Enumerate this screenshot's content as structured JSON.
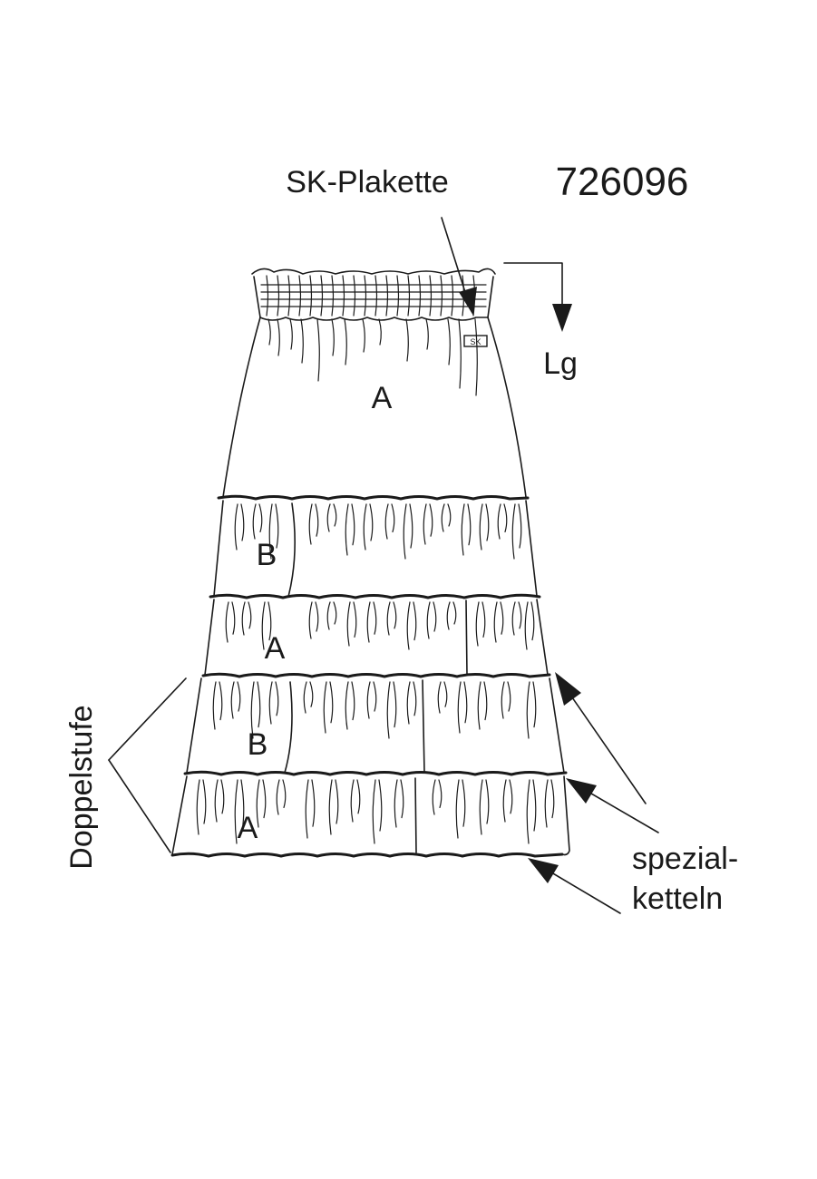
{
  "labels": {
    "plakette": "SK-Plakette",
    "article_number": "726096",
    "length": "Lg",
    "tag_text": "SK",
    "double_tier": "Doppelstufe",
    "special_chain_line1": "spezial-",
    "special_chain_line2": "ketteln"
  },
  "tiers": [
    {
      "letter": "A"
    },
    {
      "letter": "B"
    },
    {
      "letter": "A"
    },
    {
      "letter": "B"
    },
    {
      "letter": "A"
    }
  ],
  "colors": {
    "ink": "#1a1a1a",
    "paper": "#ffffff"
  }
}
